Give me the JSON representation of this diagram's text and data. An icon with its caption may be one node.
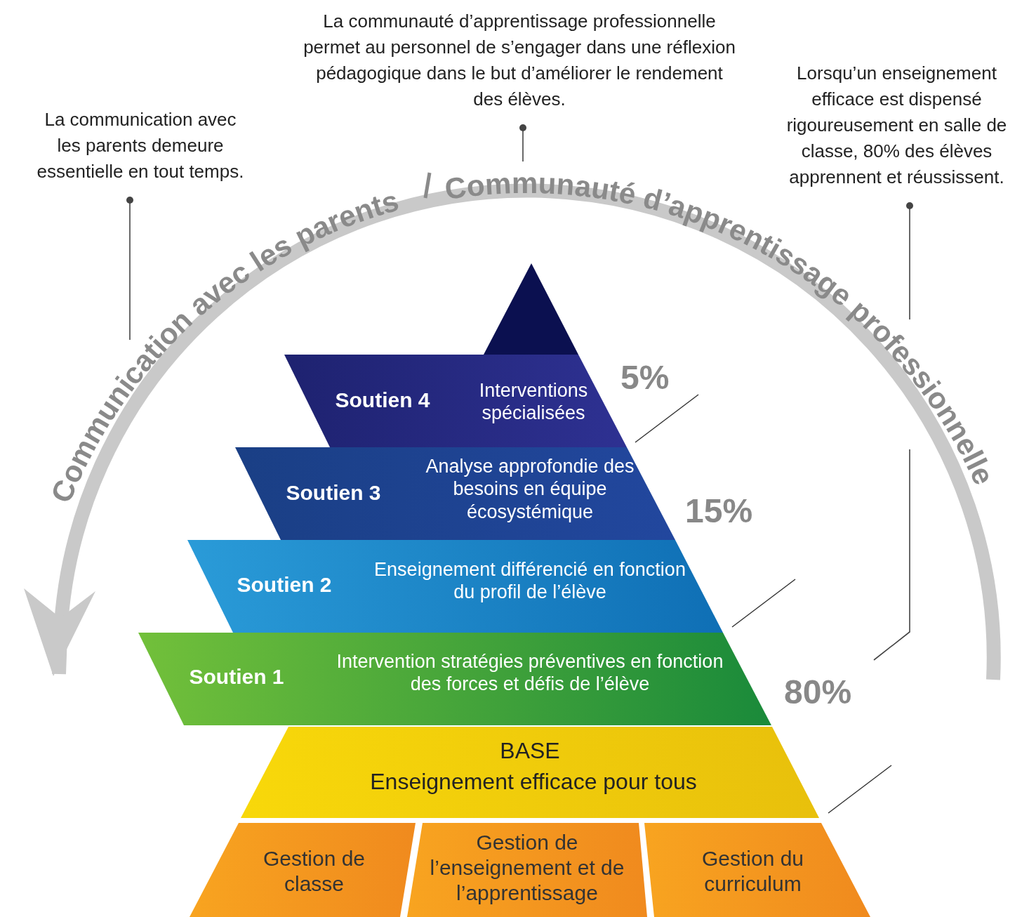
{
  "diagram": {
    "nodes": [
      {
        "text": [
          "La communication avec les parents demeure essentielle en tout temps."
        ]
      },
      {
        "text": [
          "La communauté d’apprentissage professionnelle permet au personnel de s’engager dans une réflexion pédagogique dans le but d’améliorer le rendement des élèves."
        ]
      },
      {
        "text": [
          "Lorsqu’un enseignement efficace est dispensé rigoureusement en salle de classe, 80% des élèves apprennent et réussissent."
        ]
      },
      {
        "text": [
          "Communication avec les parents"
        ]
      },
      {
        "text": [
          "Communauté d’apprentissage professionnelle"
        ]
      },
      {
        "text": [],
        "shape": "triangle"
      },
      {
        "text": [
          "Soutien 4",
          "Interventions spécialisées"
        ]
      },
      {
        "text": [
          "Soutien 3",
          "Analyse approfondie des besoins en équipe écosystémique"
        ]
      },
      {
        "text": [
          "Soutien 2",
          "Enseignement différencié en fonction du profil de l’élève"
        ]
      },
      {
        "text": [
          "Soutien 1",
          "Intervention stratégies préventives en fonction des forces et défis de l’élève"
        ]
      },
      {
        "text": [
          "BASE",
          "Enseignement efficace pour tous"
        ]
      },
      {
        "text": [
          "Gestion de classe"
        ]
      },
      {
        "text": [
          "Gestion de l’enseignement et de l’apprentissage"
        ]
      },
      {
        "text": [
          "Gestion du curriculum"
        ]
      }
    ],
    "edges": [
      {
        "from": 0,
        "to": 3,
        "arrow": "other"
      },
      {
        "from": 1,
        "to": 4,
        "arrow": "other"
      },
      {
        "from": 2,
        "to": null,
        "arrow": "other"
      }
    ],
    "labels": [
      "5%",
      "15%",
      "80%"
    ]
  }
}
